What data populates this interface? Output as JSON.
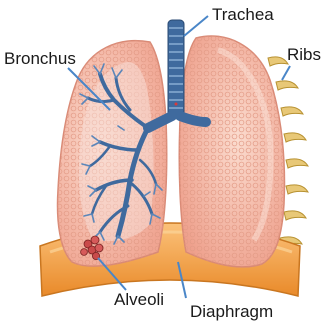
{
  "diagram": {
    "labels": {
      "trachea": "Trachea",
      "bronchus": "Bronchus",
      "ribs": "Ribs",
      "alveoli": "Alveoli",
      "diaphragm": "Diaphragm"
    },
    "colors": {
      "lung_fill": "#f4b9a8",
      "lung_edge": "#d98a76",
      "lung_highlight": "#fbdccf",
      "airway_blue": "#3f6a9e",
      "airway_dark": "#2a4a73",
      "diaphragm_fill": "#f3a64a",
      "diaphragm_edge": "#c97620",
      "rib_fill": "#e8c877",
      "rib_edge": "#b89232",
      "leader_line": "#4a86c8",
      "label_text": "#1a1a1a"
    }
  }
}
